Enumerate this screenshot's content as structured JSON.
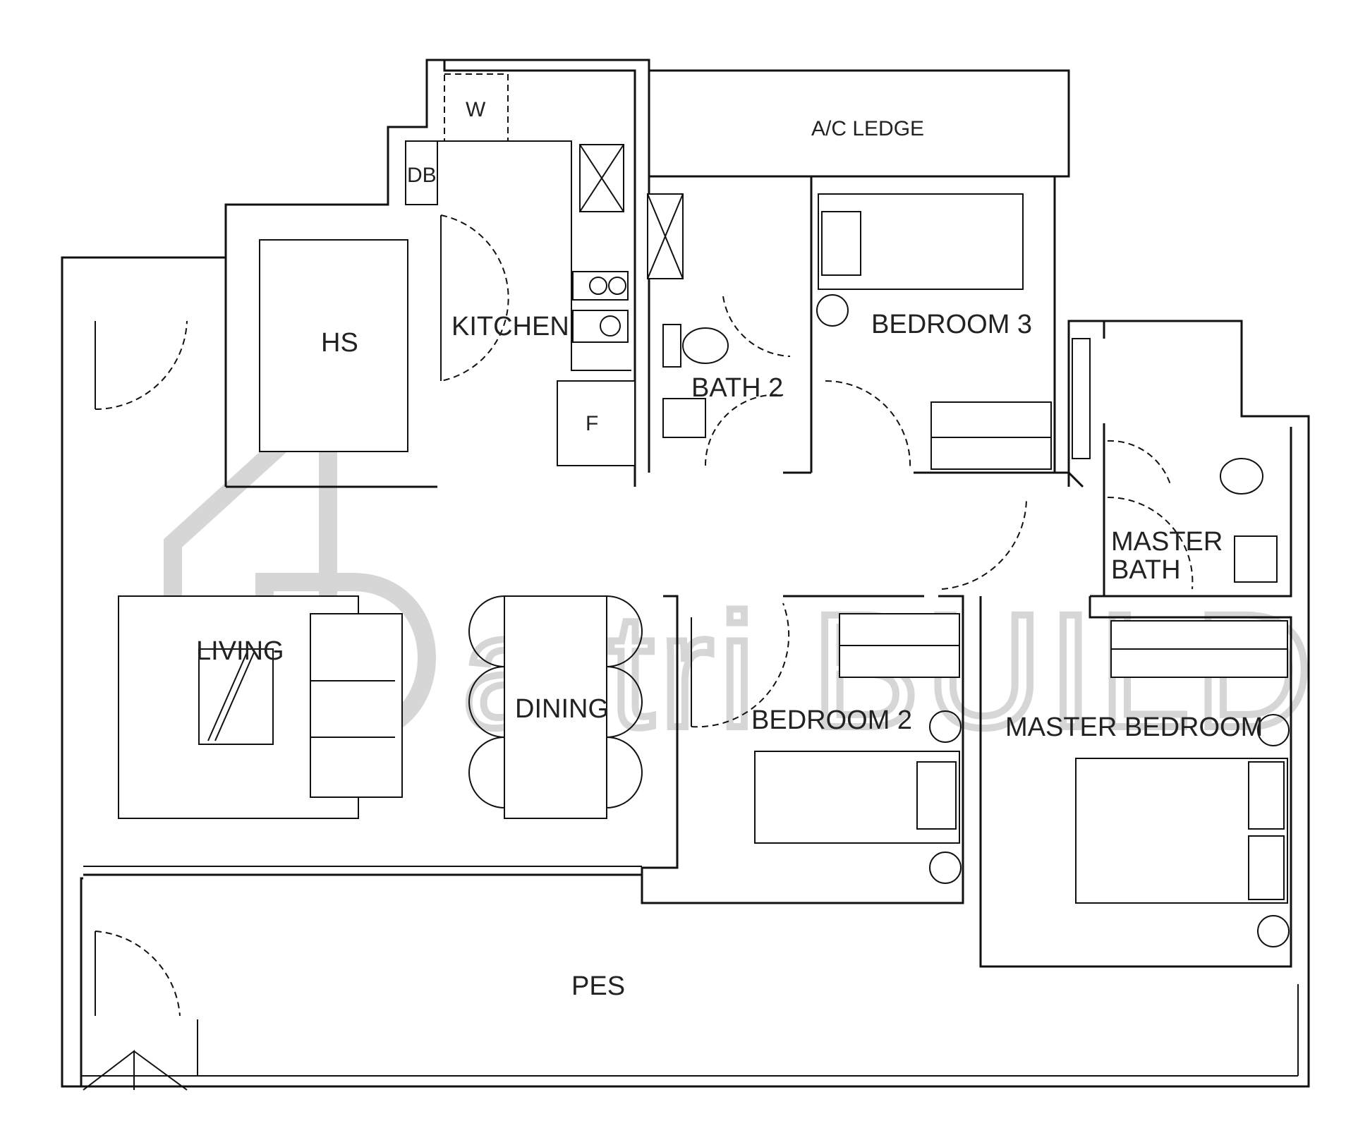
{
  "plan": {
    "rooms": {
      "ac_ledge": "A/C LEDGE",
      "washer": "W",
      "db": "DB",
      "kitchen": "KITCHEN",
      "hs": "HS",
      "fridge": "F",
      "bath2": "BATH 2",
      "bedroom3": "BEDROOM 3",
      "master_bath_line1": "MASTER",
      "master_bath_line2": "BATH",
      "living": "LIVING",
      "dining": "DINING",
      "bedroom2": "BEDROOM 2",
      "master_bedroom": "MASTER BEDROOM",
      "pes": "PES"
    },
    "watermark": "attri BUILD"
  },
  "colors": {
    "line": "#111111",
    "watermark": "#d6d6d6",
    "background": "#ffffff"
  }
}
